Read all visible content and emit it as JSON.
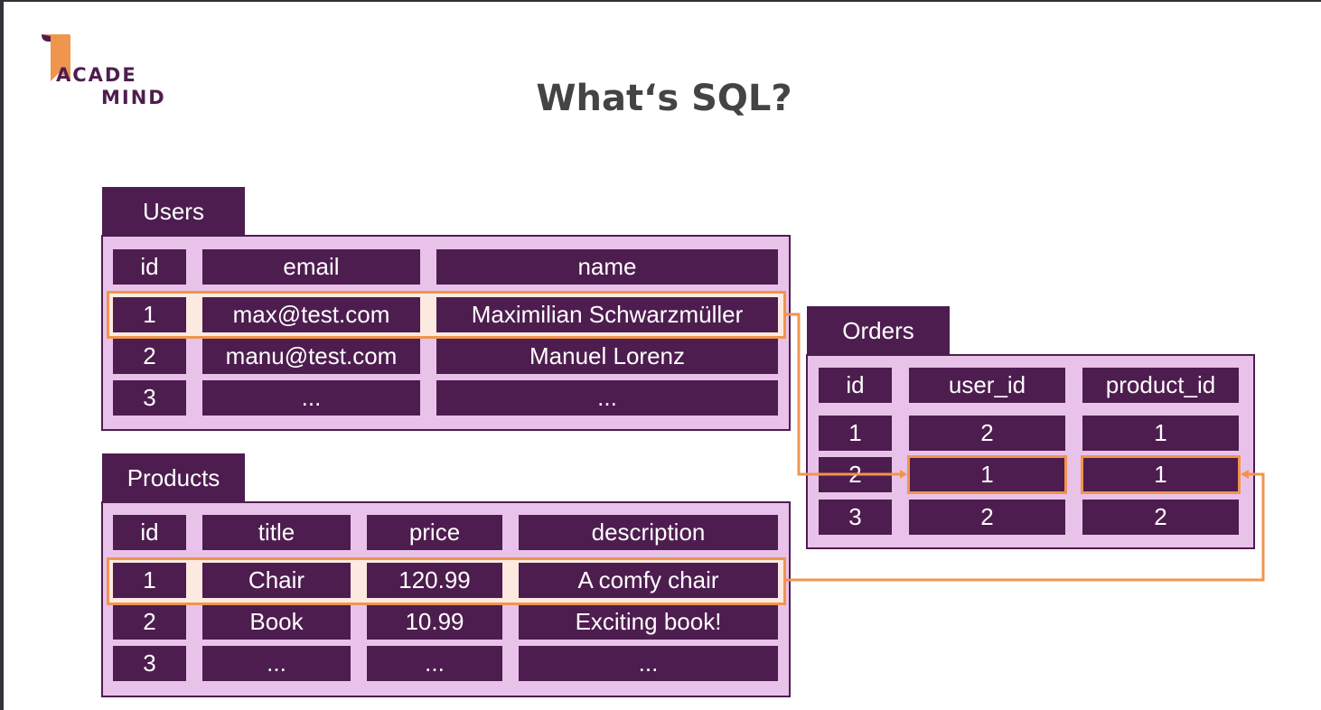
{
  "logo": {
    "line1": "ACADE",
    "line2": "MIND"
  },
  "title": "What‘s SQL?",
  "tables": {
    "users": {
      "name": "Users",
      "headers": [
        "id",
        "email",
        "name"
      ],
      "rows": [
        [
          "1",
          "max@test.com",
          "Maximilian Schwarzmüller"
        ],
        [
          "2",
          "manu@test.com",
          "Manuel Lorenz"
        ],
        [
          "3",
          "...",
          "..."
        ]
      ]
    },
    "products": {
      "name": "Products",
      "headers": [
        "id",
        "title",
        "price",
        "description"
      ],
      "rows": [
        [
          "1",
          "Chair",
          "120.99",
          "A comfy chair"
        ],
        [
          "2",
          "Book",
          "10.99",
          "Exciting book!"
        ],
        [
          "3",
          "...",
          "...",
          "..."
        ]
      ]
    },
    "orders": {
      "name": "Orders",
      "headers": [
        "id",
        "user_id",
        "product_id"
      ],
      "rows": [
        [
          "1",
          "2",
          "1"
        ],
        [
          "2",
          "1",
          "1"
        ],
        [
          "3",
          "2",
          "2"
        ]
      ]
    }
  },
  "colors": {
    "table_dark": "#4e1d4f",
    "table_light": "#e9c2ea",
    "highlight": "#f0954d",
    "highlight_fill": "#fce9df",
    "title_text": "#444444",
    "logo_orange": "#f0954d"
  }
}
